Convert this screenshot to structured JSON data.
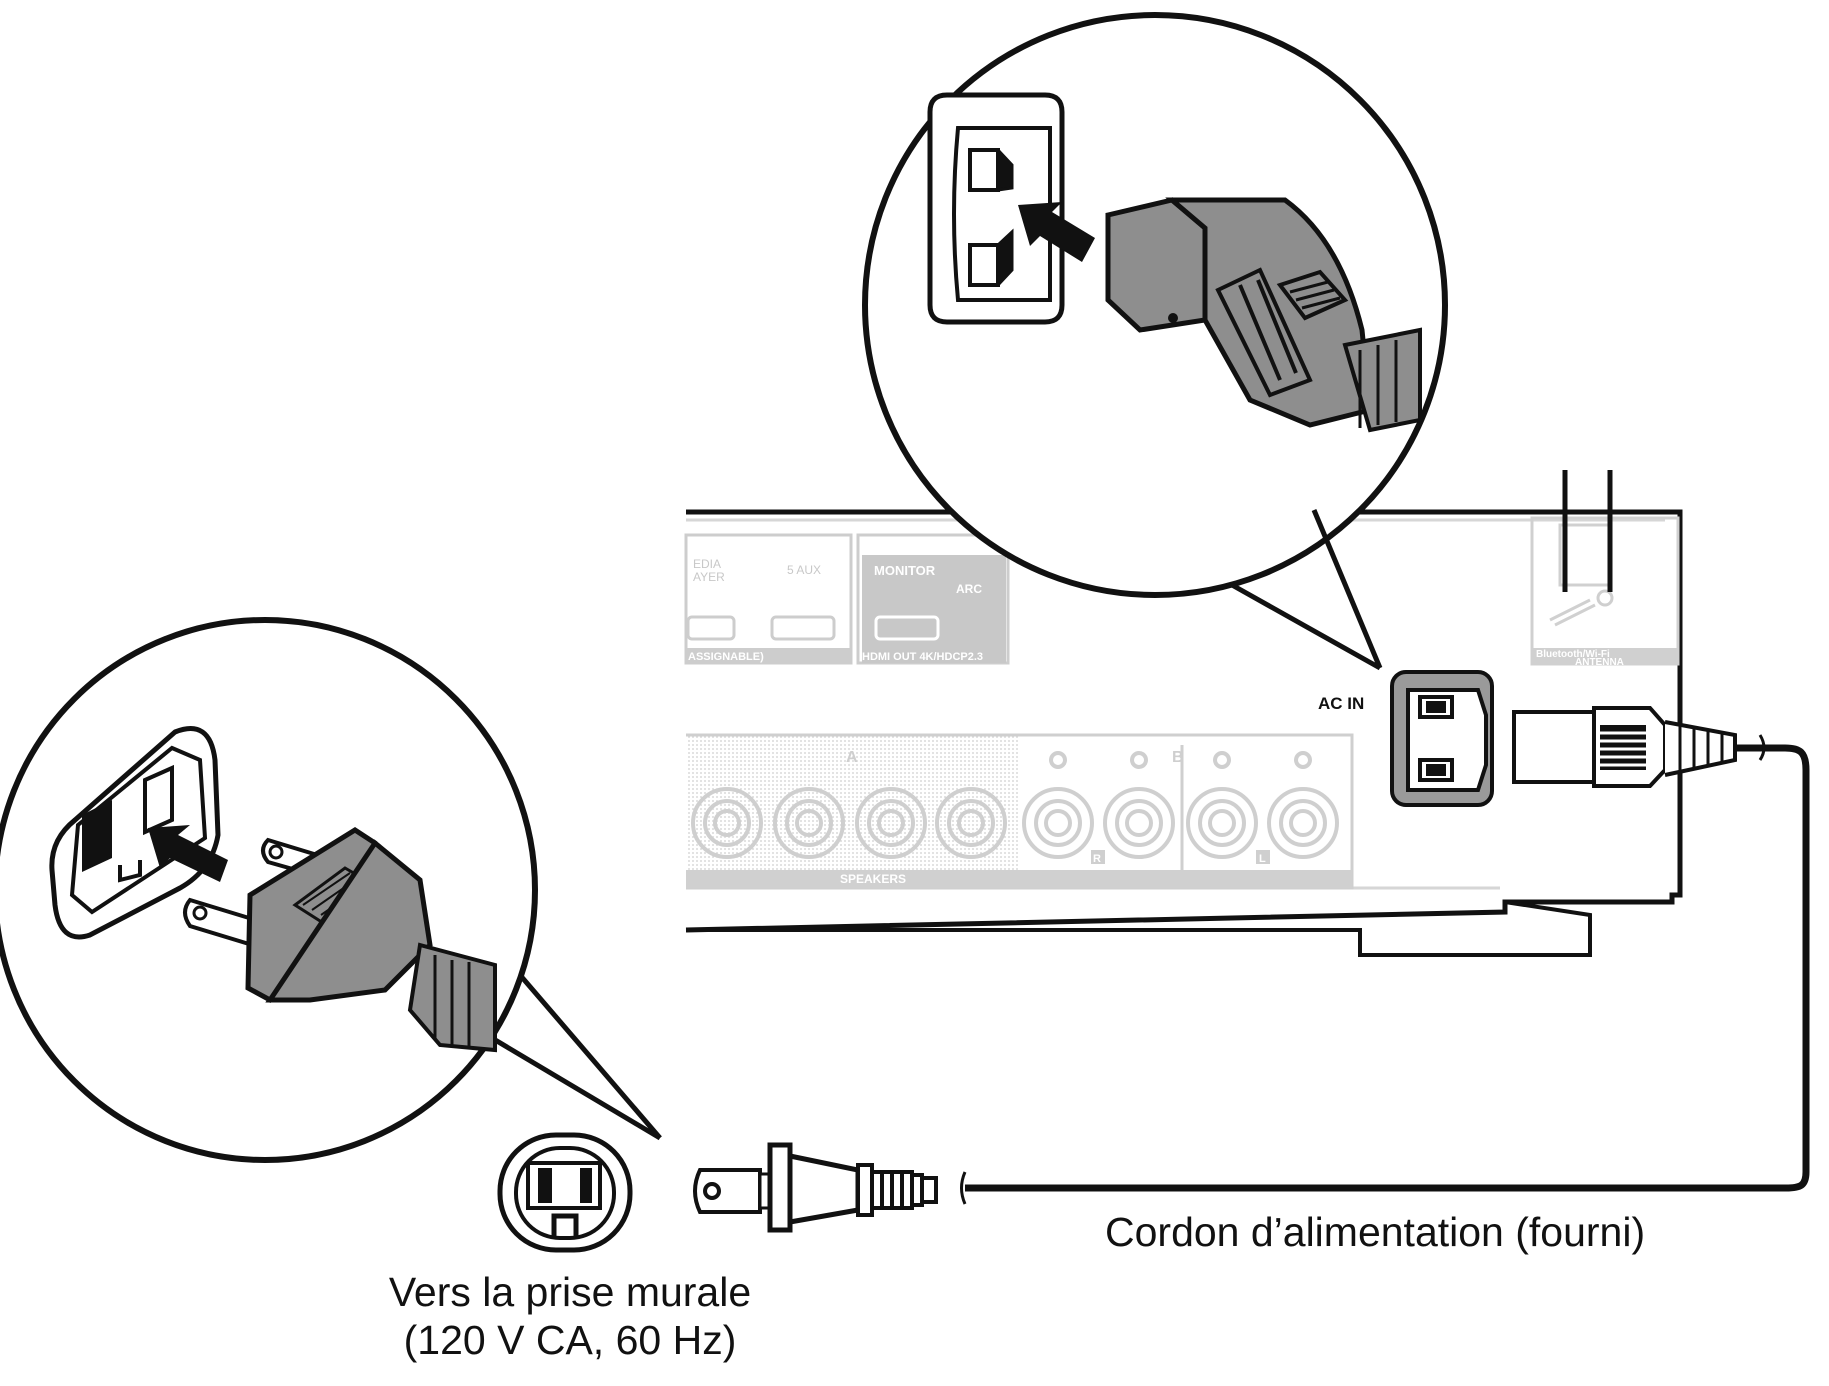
{
  "captions": {
    "wall_outlet_line1": "Vers la prise murale",
    "wall_outlet_line2": "(120 V CA, 60 Hz)",
    "power_cord": "Cordon d’alimentation (fourni)"
  },
  "panel_labels": {
    "ac_in": "AC IN",
    "media_player": "EDIA\nAYER",
    "aux": "5 AUX",
    "monitor": "MONITOR",
    "arc": "ARC",
    "assignable": "ASSIGNABLE)",
    "hdmi_out": "HDMI OUT 4K/HDCP2.3",
    "speakers": "SPEAKERS",
    "speaker_group_a": "A",
    "speaker_group_b": "B",
    "ch_r": "R",
    "ch_l": "L",
    "antenna_line1": "Bluetooth/Wi-Fi",
    "antenna_line2": "ANTENNA"
  },
  "colors": {
    "line": "#111111",
    "plug_gray": "#8e8e8e",
    "panel_gray": "#c8c8c8",
    "panel_text": "#d0d0d0",
    "inlet_fill": "#9a9a9a",
    "arrow": "#111111"
  },
  "icons": [
    "wall-outlet-icon",
    "power-plug-icon",
    "iec-connector-icon",
    "insert-arrow-icon"
  ]
}
